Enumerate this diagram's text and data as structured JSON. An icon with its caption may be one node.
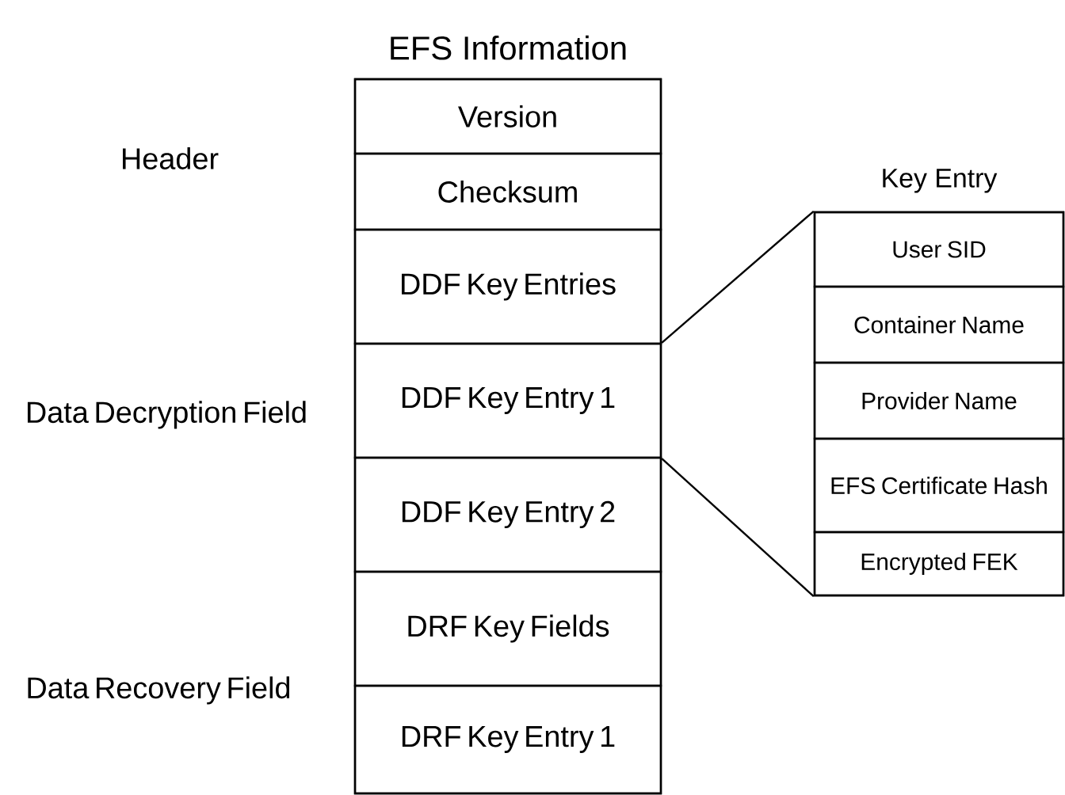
{
  "diagram": {
    "nodes": [
      {
        "text": [
          "EFS Information"
        ]
      },
      {
        "text": [
          "Version"
        ],
        "in": 0
      },
      {
        "text": [
          "Checksum"
        ],
        "in": 0
      },
      {
        "text": [
          "DDF Key Entries"
        ],
        "in": 0
      },
      {
        "text": [
          "DDF Key Entry 1"
        ],
        "in": 0
      },
      {
        "text": [
          "DDF Key Entry 2"
        ],
        "in": 0
      },
      {
        "text": [
          "DRF Key Fields"
        ],
        "in": 0
      },
      {
        "text": [
          "DRF Key Entry 1"
        ],
        "in": 0
      },
      {
        "text": [
          "Key Entry"
        ]
      },
      {
        "text": [
          "User SID"
        ],
        "in": 8
      },
      {
        "text": [
          "Container Name"
        ],
        "in": 8
      },
      {
        "text": [
          "Provider Name"
        ],
        "in": 8
      },
      {
        "text": [
          "EFS Certificate Hash"
        ],
        "in": 8
      },
      {
        "text": [
          "Encrypted FEK"
        ],
        "in": 8
      }
    ],
    "edges": [
      {
        "from": 4,
        "to": 8,
        "arrow": "none"
      },
      {
        "from": 4,
        "to": 8,
        "arrow": "none"
      }
    ],
    "labels": [
      "Header",
      "Data Decryption Field",
      "Data Recovery Field"
    ]
  }
}
